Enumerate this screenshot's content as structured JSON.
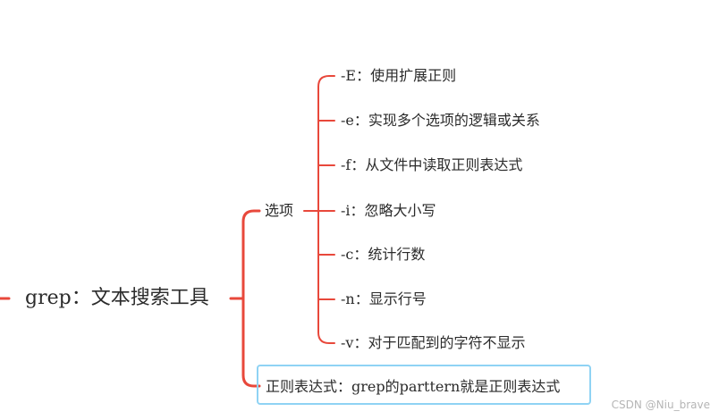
{
  "mindmap": {
    "root": {
      "label": "grep：文本搜索工具"
    },
    "branches": [
      {
        "label": "选项",
        "children": [
          {
            "label": "-E：使用扩展正则"
          },
          {
            "label": "-e：实现多个选项的逻辑或关系"
          },
          {
            "label": "-f：从文件中读取正则表达式"
          },
          {
            "label": "-i：忽略大小写"
          },
          {
            "label": "-c：统计行数"
          },
          {
            "label": "-n：显示行号"
          },
          {
            "label": "-v：对于匹配到的字符不显示"
          }
        ]
      },
      {
        "label": "正则表达式：grep的parttern就是正则表达式",
        "selected": true
      }
    ]
  },
  "watermark": "CSDN @Niu_brave",
  "colors": {
    "connector": "#e8483b",
    "selection": "#8fd3f4",
    "text": "#2b2b2b"
  }
}
